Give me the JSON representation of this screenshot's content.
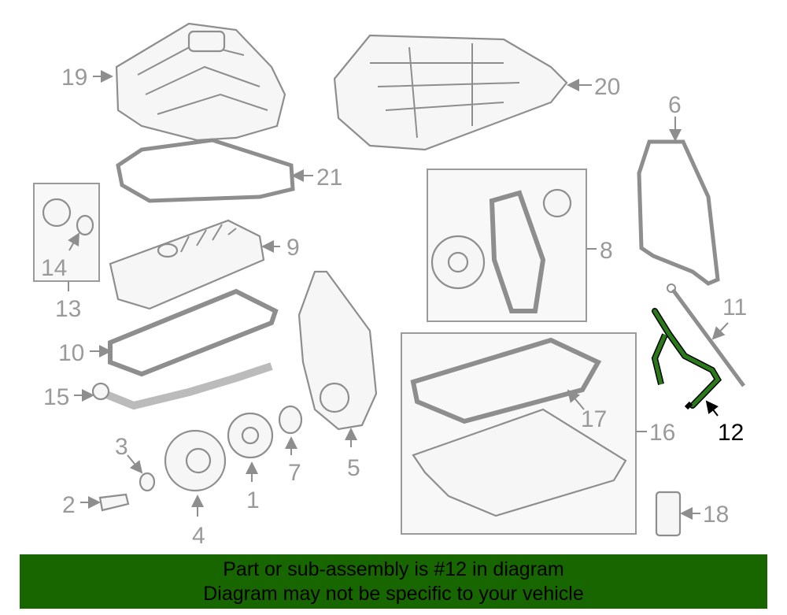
{
  "diagram": {
    "labels": {
      "p1": "1",
      "p2": "2",
      "p3": "3",
      "p4": "4",
      "p5": "5",
      "p6": "6",
      "p7": "7",
      "p8": "8",
      "p9": "9",
      "p10": "10",
      "p11": "11",
      "p12": "12",
      "p13": "13",
      "p14": "14",
      "p15": "15",
      "p16": "16",
      "p17": "17",
      "p18": "18",
      "p19": "19",
      "p20": "20",
      "p21": "21"
    },
    "highlighted_part": "12",
    "highlight_color": "#2a7a1a"
  },
  "banner": {
    "line1": "Part or sub-assembly is #12 in diagram",
    "line2": "Diagram may not be specific to your vehicle",
    "color": "#176600"
  }
}
